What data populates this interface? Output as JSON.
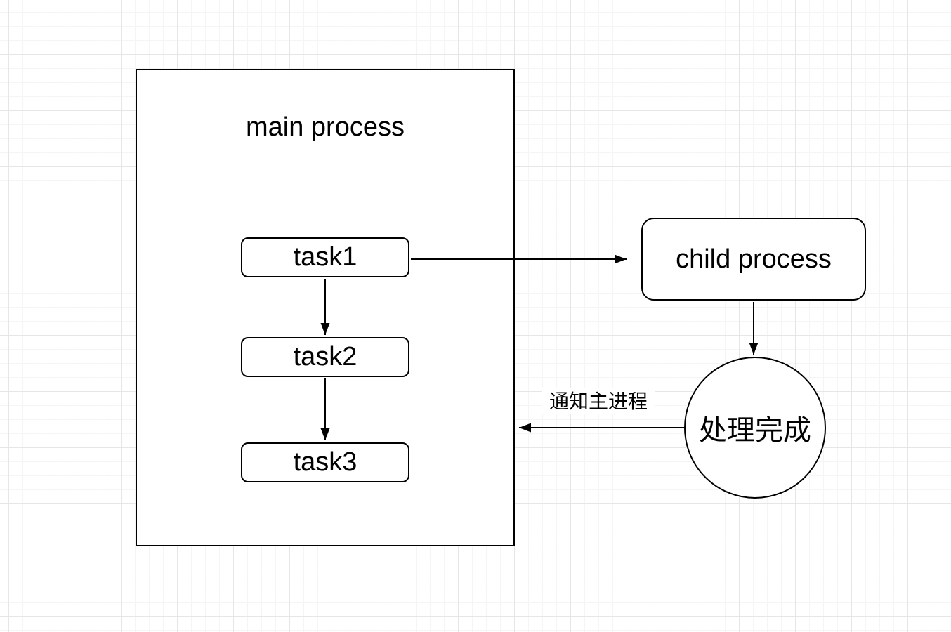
{
  "diagram": {
    "nodes": {
      "main_process": {
        "label": "main process",
        "shape": "rectangle-container"
      },
      "task1": {
        "label": "task1",
        "shape": "rounded-rectangle"
      },
      "task2": {
        "label": "task2",
        "shape": "rounded-rectangle"
      },
      "task3": {
        "label": "task3",
        "shape": "rounded-rectangle"
      },
      "child_process": {
        "label": "child process",
        "shape": "rounded-rectangle"
      },
      "process_done": {
        "label": "处理完成",
        "shape": "circle"
      }
    },
    "edges": [
      {
        "from": "task1",
        "to": "task2",
        "label": ""
      },
      {
        "from": "task2",
        "to": "task3",
        "label": ""
      },
      {
        "from": "task1",
        "to": "child_process",
        "label": ""
      },
      {
        "from": "child_process",
        "to": "process_done",
        "label": ""
      },
      {
        "from": "process_done",
        "to": "main_process",
        "label": "通知主进程"
      }
    ],
    "colors": {
      "stroke": "#000000",
      "node_fill": "#ffffff",
      "background": "#ffffff",
      "grid_minor": "#f5f5f5",
      "grid_major": "#e6e6e6"
    }
  }
}
